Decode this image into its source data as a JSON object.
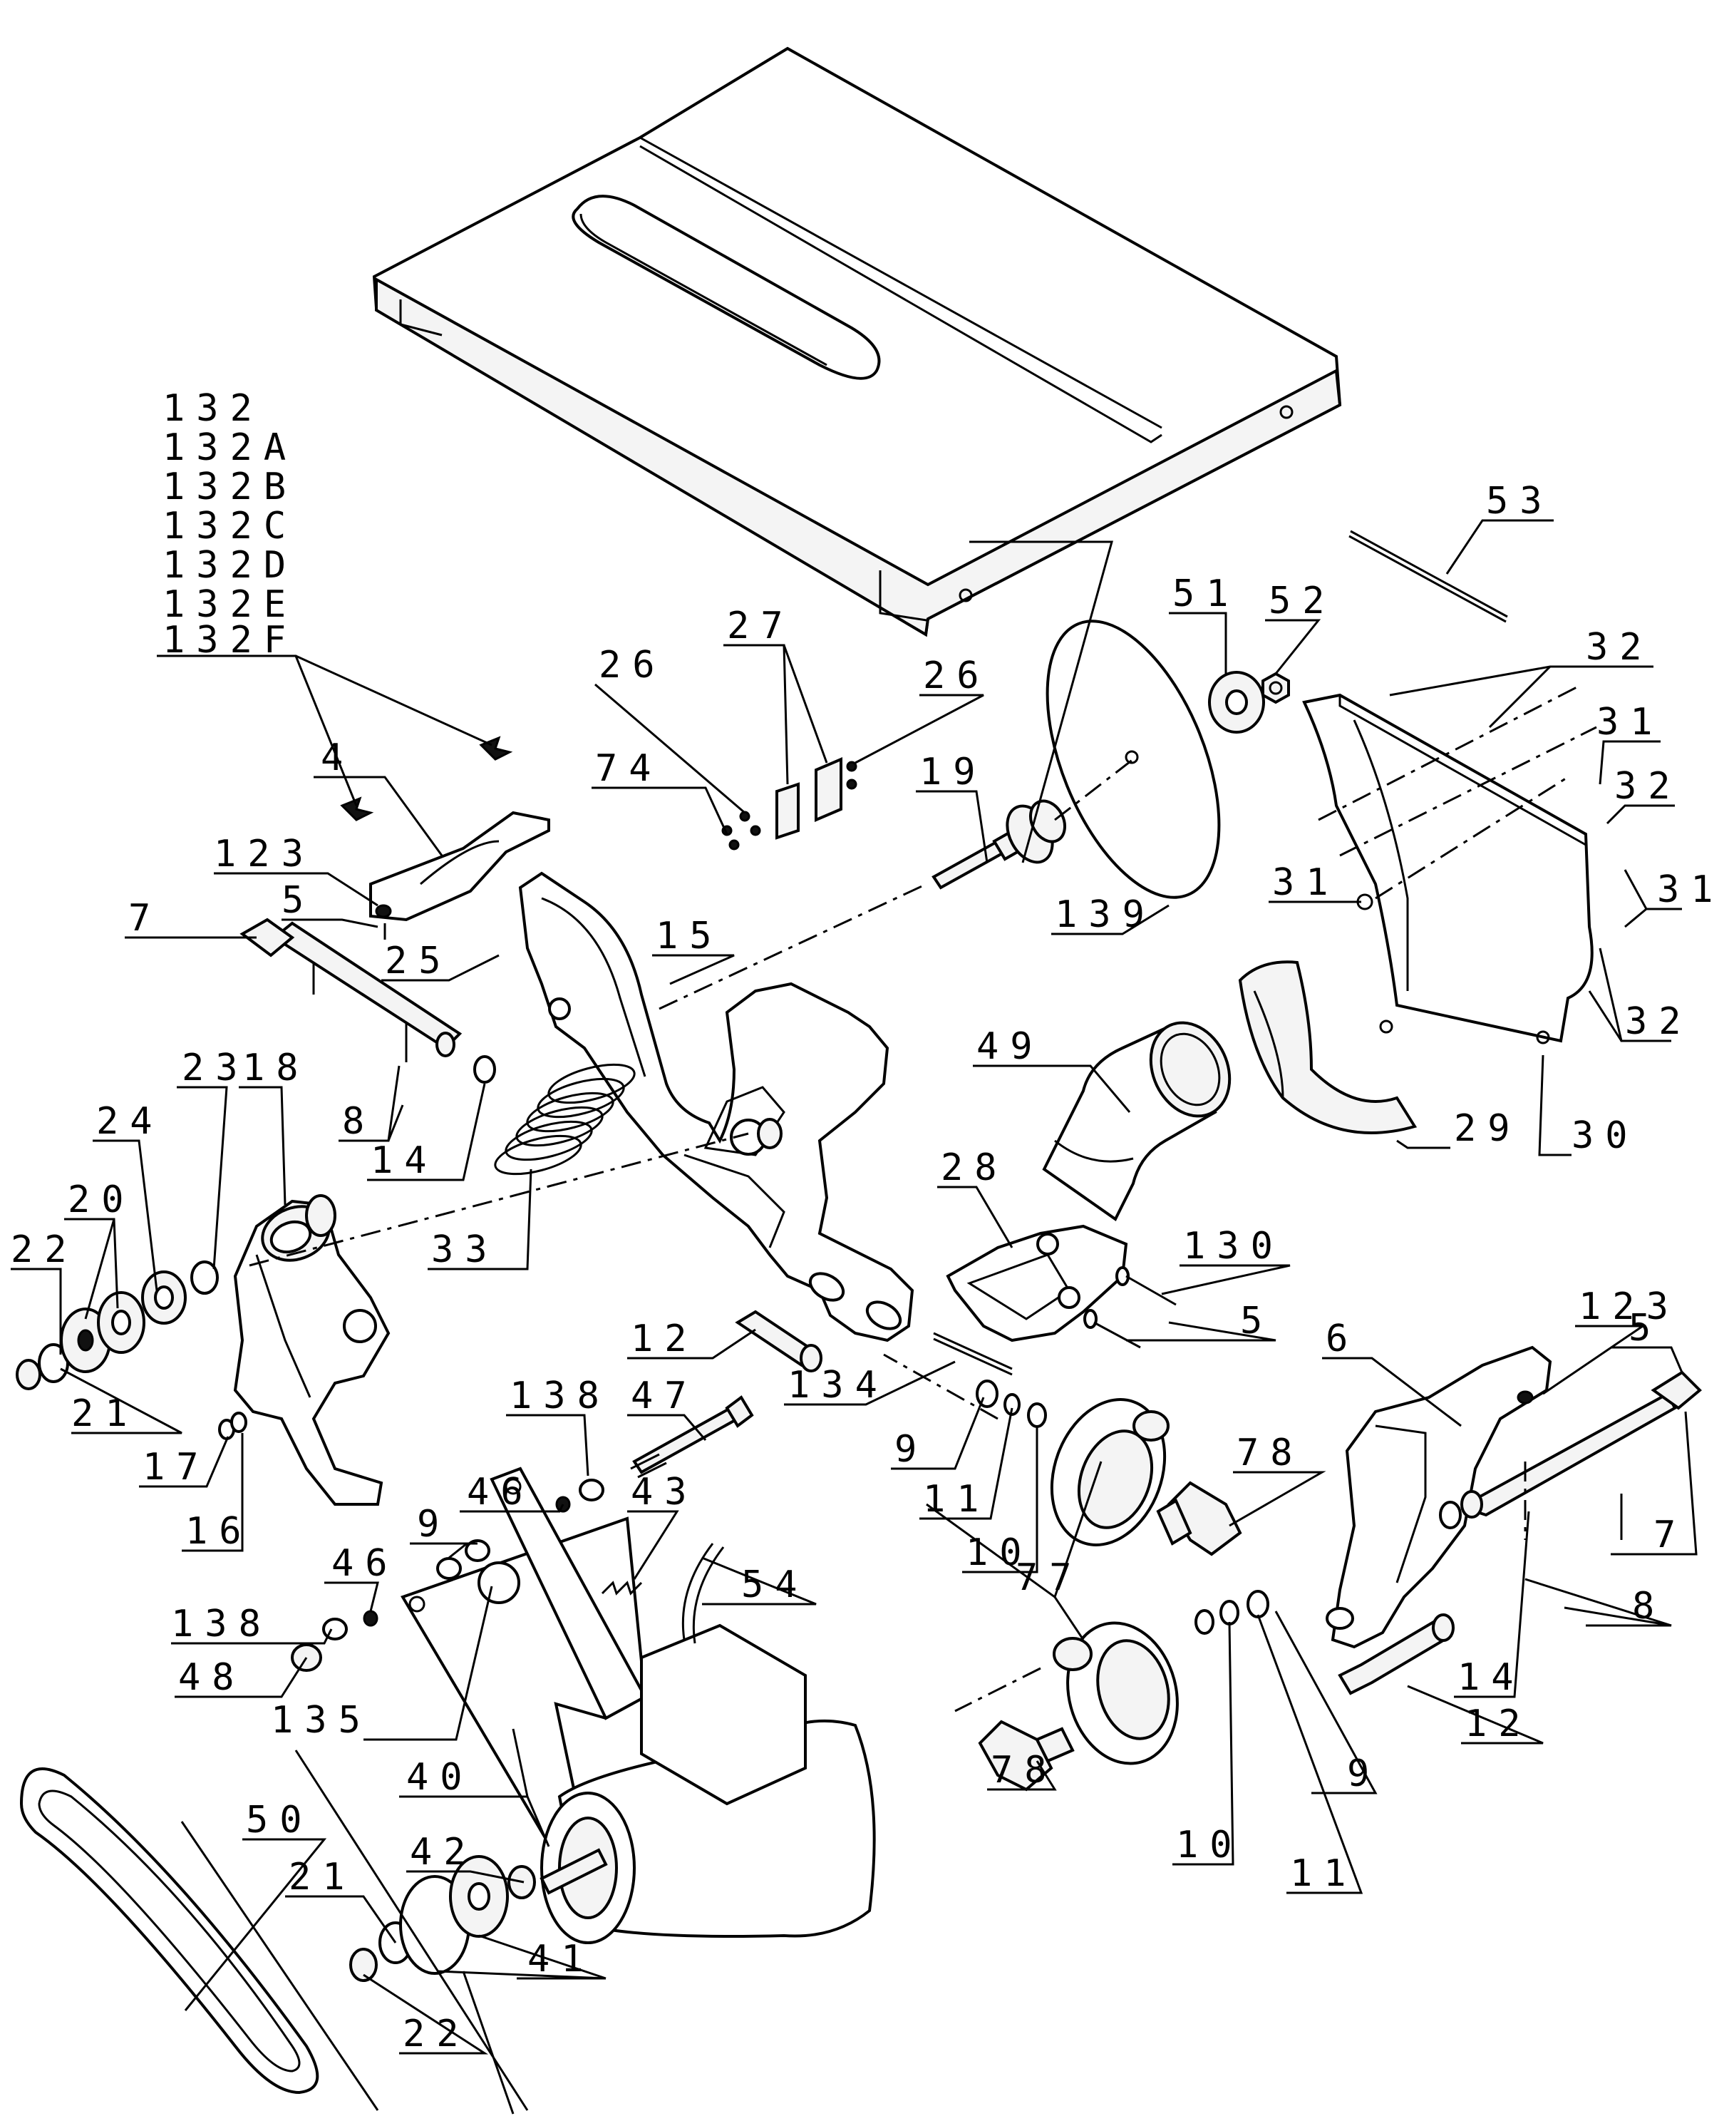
{
  "callouts": [
    {
      "id": "132",
      "text": "132"
    },
    {
      "id": "132A",
      "text": "132A"
    },
    {
      "id": "132B",
      "text": "132B"
    },
    {
      "id": "132C",
      "text": "132C"
    },
    {
      "id": "132D",
      "text": "132D"
    },
    {
      "id": "132E",
      "text": "132E"
    },
    {
      "id": "132F",
      "text": "132F"
    },
    {
      "id": "4",
      "text": "4"
    },
    {
      "id": "123a",
      "text": "123"
    },
    {
      "id": "5a",
      "text": "5"
    },
    {
      "id": "7a",
      "text": "7"
    },
    {
      "id": "25",
      "text": "25"
    },
    {
      "id": "15",
      "text": "15"
    },
    {
      "id": "26a",
      "text": "26"
    },
    {
      "id": "27",
      "text": "27"
    },
    {
      "id": "26b",
      "text": "26"
    },
    {
      "id": "74",
      "text": "74"
    },
    {
      "id": "19",
      "text": "19"
    },
    {
      "id": "51",
      "text": "51"
    },
    {
      "id": "52",
      "text": "52"
    },
    {
      "id": "53",
      "text": "53"
    },
    {
      "id": "32a",
      "text": "32"
    },
    {
      "id": "31a",
      "text": "31"
    },
    {
      "id": "32b",
      "text": "32"
    },
    {
      "id": "31b",
      "text": "31"
    },
    {
      "id": "31c",
      "text": "31"
    },
    {
      "id": "32c",
      "text": "32"
    },
    {
      "id": "139",
      "text": "139"
    },
    {
      "id": "49",
      "text": "49"
    },
    {
      "id": "29",
      "text": "29"
    },
    {
      "id": "30",
      "text": "30"
    },
    {
      "id": "8a",
      "text": "8"
    },
    {
      "id": "14a",
      "text": "14"
    },
    {
      "id": "23",
      "text": "23"
    },
    {
      "id": "18",
      "text": "18"
    },
    {
      "id": "24",
      "text": "24"
    },
    {
      "id": "20",
      "text": "20"
    },
    {
      "id": "22a",
      "text": "22"
    },
    {
      "id": "33",
      "text": "33"
    },
    {
      "id": "21a",
      "text": "21"
    },
    {
      "id": "17",
      "text": "17"
    },
    {
      "id": "16",
      "text": "16"
    },
    {
      "id": "28",
      "text": "28"
    },
    {
      "id": "130",
      "text": "130"
    },
    {
      "id": "5b",
      "text": "5"
    },
    {
      "id": "12a",
      "text": "12"
    },
    {
      "id": "134",
      "text": "134"
    },
    {
      "id": "123b",
      "text": "123"
    },
    {
      "id": "6",
      "text": "6"
    },
    {
      "id": "5c",
      "text": "5"
    },
    {
      "id": "138a",
      "text": "138"
    },
    {
      "id": "47",
      "text": "47"
    },
    {
      "id": "9a",
      "text": "9"
    },
    {
      "id": "11a",
      "text": "11"
    },
    {
      "id": "10a",
      "text": "10"
    },
    {
      "id": "78a",
      "text": "78"
    },
    {
      "id": "7b",
      "text": "7"
    },
    {
      "id": "46a",
      "text": "46"
    },
    {
      "id": "43",
      "text": "43"
    },
    {
      "id": "9b",
      "text": "9"
    },
    {
      "id": "8b",
      "text": "8"
    },
    {
      "id": "46b",
      "text": "46"
    },
    {
      "id": "54",
      "text": "54"
    },
    {
      "id": "77",
      "text": "77"
    },
    {
      "id": "14b",
      "text": "14"
    },
    {
      "id": "138b",
      "text": "138"
    },
    {
      "id": "48",
      "text": "48"
    },
    {
      "id": "135",
      "text": "135"
    },
    {
      "id": "78b",
      "text": "78"
    },
    {
      "id": "12b",
      "text": "12"
    },
    {
      "id": "40",
      "text": "40"
    },
    {
      "id": "9c",
      "text": "9"
    },
    {
      "id": "50",
      "text": "50"
    },
    {
      "id": "42",
      "text": "42"
    },
    {
      "id": "10b",
      "text": "10"
    },
    {
      "id": "11b",
      "text": "11"
    },
    {
      "id": "21b",
      "text": "21"
    },
    {
      "id": "41",
      "text": "41"
    },
    {
      "id": "22b",
      "text": "22"
    }
  ],
  "colors": {
    "ink": "#000000",
    "paper": "#ffffff"
  }
}
